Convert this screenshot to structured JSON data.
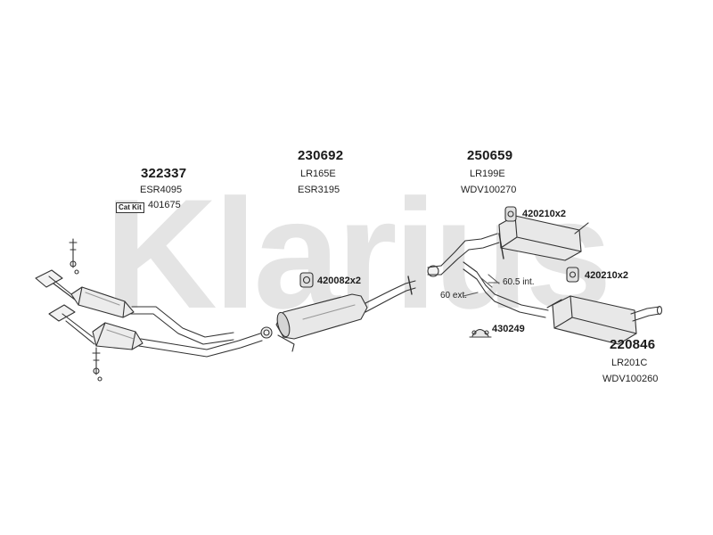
{
  "watermark": {
    "text": "Klarius",
    "color": "#e4e4e4"
  },
  "assemblies": {
    "front_pipe": {
      "part": "322337",
      "ref": "ESR4095",
      "catkit_label": "Cat Kit",
      "catkit_ref": "401675"
    },
    "center_silencer": {
      "part": "230692",
      "ref1": "LR165E",
      "ref2": "ESR3195"
    },
    "rear_section_upper": {
      "part": "250659",
      "ref1": "LR199E",
      "ref2": "WDV100270"
    },
    "rear_silencer": {
      "part": "220846",
      "ref1": "LR201C",
      "ref2": "WDV100260"
    }
  },
  "hardware": {
    "mount_center": "420082x2",
    "mount_upper": "420210x2",
    "mount_lower": "420210x2",
    "clamp": "430249"
  },
  "dimensions": {
    "ext": "60 ext.",
    "int": "60.5 int."
  },
  "colors": {
    "line": "#333333",
    "fill": "#e8e8e8",
    "shade": "#bdbdbd"
  }
}
